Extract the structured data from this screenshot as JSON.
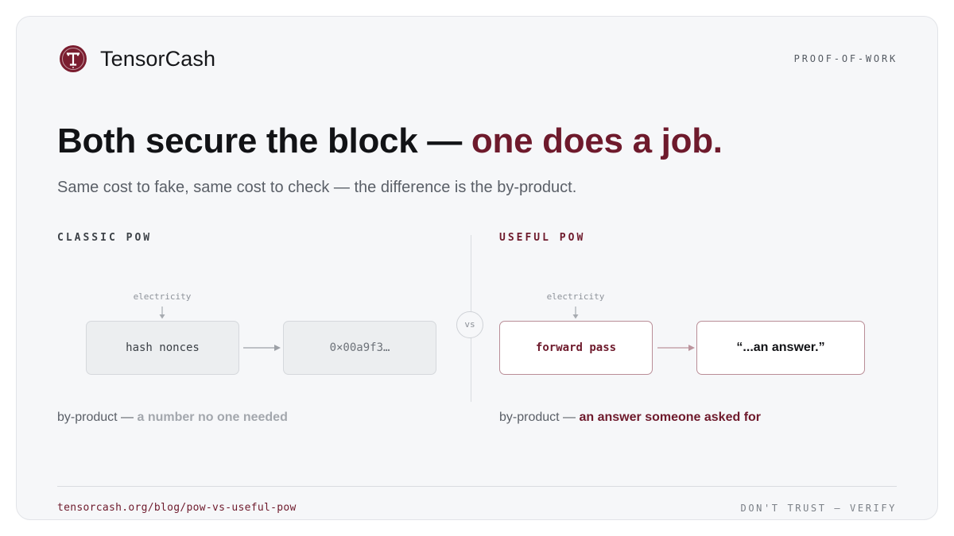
{
  "brand": {
    "name": "TensorCash",
    "logo_icon": "tensorcash-t-logo-icon",
    "logo_glyph": "T",
    "color": "#7a1d2f"
  },
  "top_tag": "PROOF-OF-WORK",
  "headline": {
    "main": "Both secure the block — ",
    "accent": "one does a job.",
    "accent_color": "#6e1a2c"
  },
  "subhead": "Same cost to fake, same cost to check — the difference is the by-product.",
  "vs_label": "vs",
  "classic": {
    "section_label": "CLASSIC POW",
    "input_label": "electricity",
    "process_box": "hash nonces",
    "output_box": "0×00a9f3…",
    "byproduct_prefix": "by-product — ",
    "byproduct_value": "a number no one needed"
  },
  "useful": {
    "section_label": "USEFUL POW",
    "input_label": "electricity",
    "process_box": "forward pass",
    "output_box": "“...an answer.”",
    "byproduct_prefix": "by-product — ",
    "byproduct_value": "an answer someone asked for"
  },
  "footer": {
    "url": "tensorcash.org/blog/pow-vs-useful-pow",
    "tagline": "DON'T TRUST — VERIFY"
  }
}
